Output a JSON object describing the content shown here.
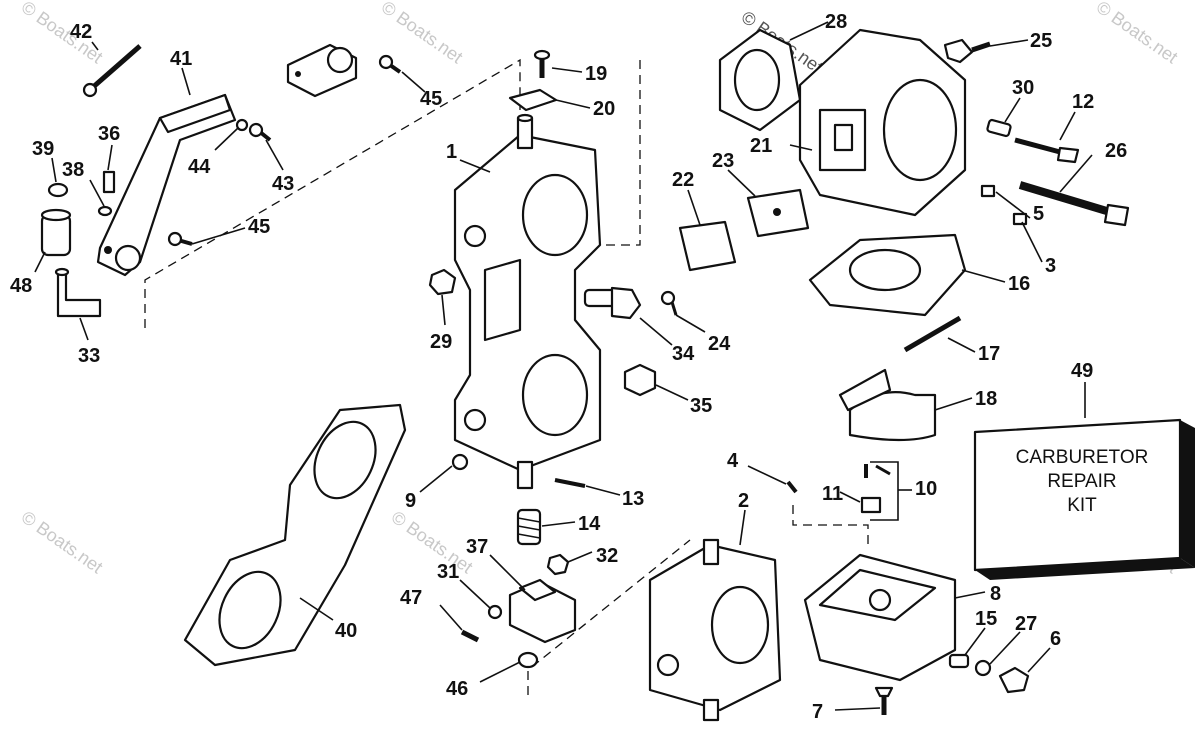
{
  "watermark": "© Boats.net",
  "kit_box": {
    "number": "49",
    "lines": [
      "CARBURETOR",
      "REPAIR",
      "KIT"
    ]
  },
  "callouts": [
    "1",
    "2",
    "3",
    "4",
    "5",
    "6",
    "7",
    "8",
    "9",
    "10",
    "11",
    "12",
    "13",
    "14",
    "15",
    "16",
    "17",
    "18",
    "19",
    "20",
    "21",
    "22",
    "23",
    "24",
    "25",
    "26",
    "27",
    "28",
    "29",
    "30",
    "31",
    "32",
    "33",
    "34",
    "35",
    "36",
    "37",
    "38",
    "39",
    "40",
    "41",
    "42",
    "43",
    "44",
    "45",
    "45",
    "46",
    "47",
    "48"
  ]
}
